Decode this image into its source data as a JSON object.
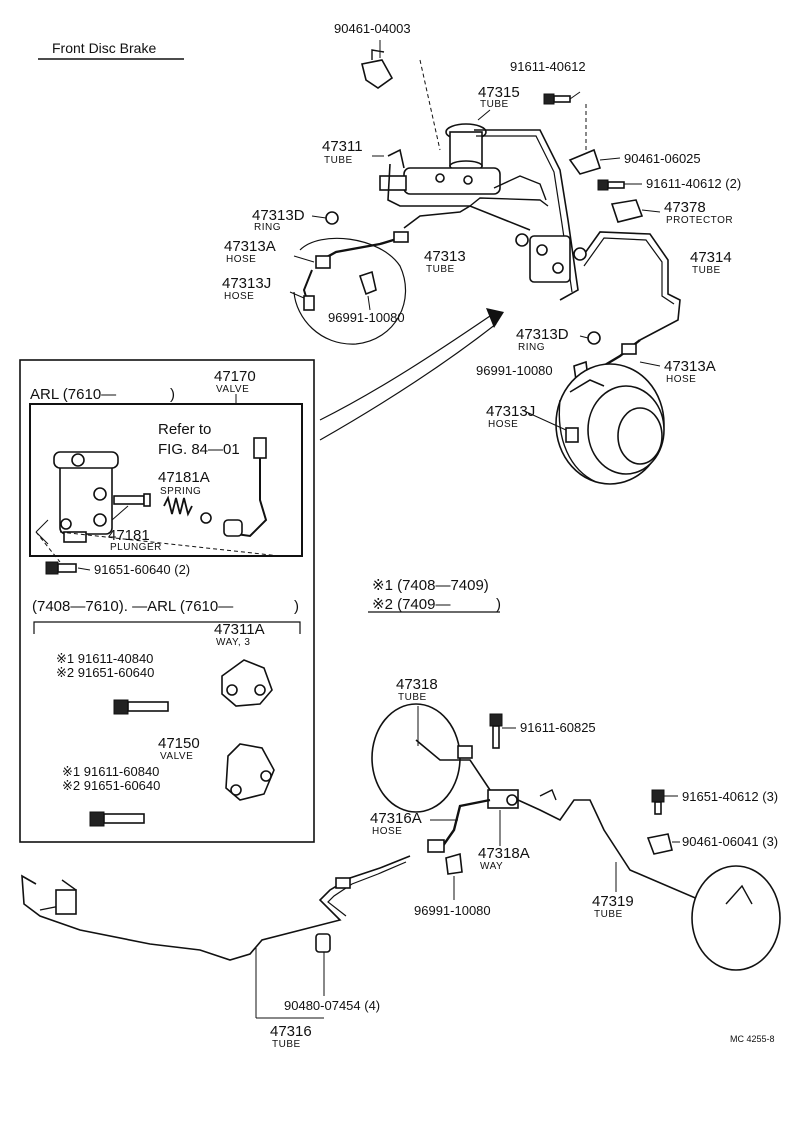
{
  "title": "Front Disc Brake",
  "callouts": {
    "p9046104003": "90461-04003",
    "p9161140612a": "91611-40612",
    "p47315": "47315",
    "p47315_sub": "TUBE",
    "p47311": "47311",
    "p47311_sub": "TUBE",
    "p9046106025": "90461-06025",
    "p9161140612b": "91611-40612 (2)",
    "p47378": "47378",
    "p47378_sub": "PROTECTOR",
    "p47313D_a": "47313D",
    "p47313D_a_sub": "RING",
    "p47313A_a": "47313A",
    "p47313A_a_sub": "HOSE",
    "p47313": "47313",
    "p47313_sub": "TUBE",
    "p47314": "47314",
    "p47314_sub": "TUBE",
    "p47313J_a": "47313J",
    "p47313J_a_sub": "HOSE",
    "p9699110080a": "96991-10080",
    "p47313D_b": "47313D",
    "p47313D_b_sub": "RING",
    "p9699110080b": "96991-10080",
    "p47313A_b": "47313A",
    "p47313A_b_sub": "HOSE",
    "p47313J_b": "47313J",
    "p47313J_b_sub": "HOSE",
    "p47170": "47170",
    "p47170_sub": "VALVE",
    "arl_label": "ARL (7610—",
    "arl_close": ")",
    "refer_to": "Refer to",
    "fig_ref": "FIG. 84—01",
    "p47181A": "47181A",
    "p47181A_sub": "SPRING",
    "p47181": "47181",
    "p47181_sub": "PLUNGER",
    "p9165160640b": "91651-60640 (2)",
    "range_label": "(7408—7610). —ARL (7610—",
    "range_close": ")",
    "p47311A": "47311A",
    "p47311A_sub": "WAY, 3",
    "m1_9161140840": "※1 91611-40840",
    "m2_9165160640": "※2 91651-60640",
    "p47150": "47150",
    "p47150_sub": "VALVE",
    "m1_9161160840": "※1 91611-60840",
    "m2_9165160640b": "※2 91651-60640",
    "note1": "※1 (7408—7409)",
    "note2": "※2 (7409—",
    "note2_close": ")",
    "p47318": "47318",
    "p47318_sub": "TUBE",
    "p9161160825": "91611-60825",
    "p9165140612": "91651-40612 (3)",
    "p9046106041": "90461-06041 (3)",
    "p47316A": "47316A",
    "p47316A_sub": "HOSE",
    "p47318A": "47318A",
    "p47318A_sub": "WAY",
    "p9699110080c": "96991-10080",
    "p47319": "47319",
    "p47319_sub": "TUBE",
    "p9048007454": "90480-07454 (4)",
    "p47316": "47316",
    "p47316_sub": "TUBE",
    "catalog_code": "MC 4255-8"
  }
}
